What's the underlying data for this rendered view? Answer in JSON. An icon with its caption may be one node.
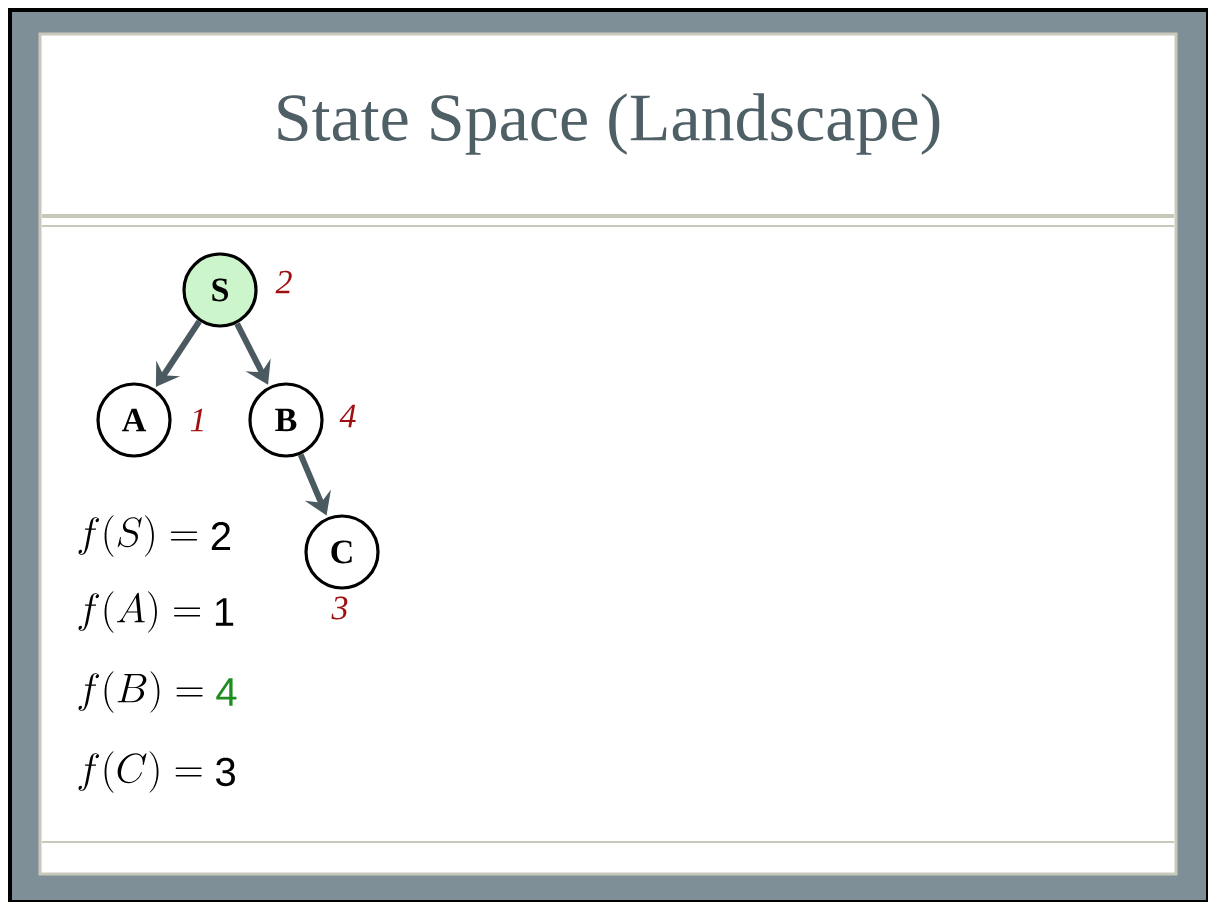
{
  "diagram": {
    "title": "State Space (Landscape)",
    "nodes": [
      {
        "text": [
          "S"
        ],
        "beside": [
          "2"
        ]
      },
      {
        "text": [
          "A"
        ],
        "beside": [
          "1"
        ]
      },
      {
        "text": [
          "B"
        ],
        "beside": [
          "4"
        ]
      },
      {
        "text": [
          "C"
        ],
        "beside": [
          "3"
        ]
      }
    ],
    "edges": [
      {
        "from": 0,
        "to": 1,
        "arrow": "to"
      },
      {
        "from": 0,
        "to": 2,
        "arrow": "to"
      },
      {
        "from": 2,
        "to": 3,
        "arrow": "to"
      }
    ],
    "labels": [
      "f(S) =",
      "2",
      "f(A) =",
      "1",
      "f(B) =",
      "4",
      "f(C) =",
      "3"
    ]
  }
}
